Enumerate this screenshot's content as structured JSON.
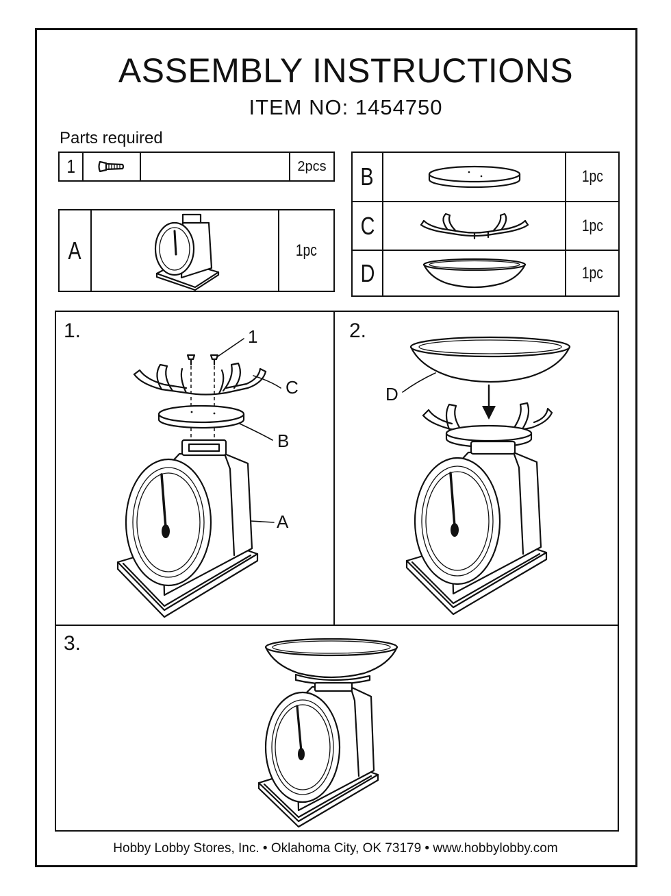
{
  "header": {
    "title": "ASSEMBLY INSTRUCTIONS",
    "item_no": "ITEM NO: 1454750"
  },
  "parts": {
    "label": "Parts required",
    "hardware": {
      "id": "1",
      "icon": "screw-icon",
      "qty": "2pcs"
    },
    "items": [
      {
        "id": "A",
        "icon": "scale-body-icon",
        "qty": "1pc"
      },
      {
        "id": "B",
        "icon": "round-plate-icon",
        "qty": "1pc"
      },
      {
        "id": "C",
        "icon": "pan-support-icon",
        "qty": "1pc"
      },
      {
        "id": "D",
        "icon": "bowl-icon",
        "qty": "1pc"
      }
    ]
  },
  "steps": [
    {
      "number": "1.",
      "callouts": [
        "1",
        "C",
        "B",
        "A"
      ]
    },
    {
      "number": "2.",
      "callouts": [
        "D"
      ]
    },
    {
      "number": "3.",
      "callouts": []
    }
  ],
  "footer": "Hobby Lobby Stores, Inc. • Oklahoma City, OK 73179 • www.hobbylobby.com"
}
